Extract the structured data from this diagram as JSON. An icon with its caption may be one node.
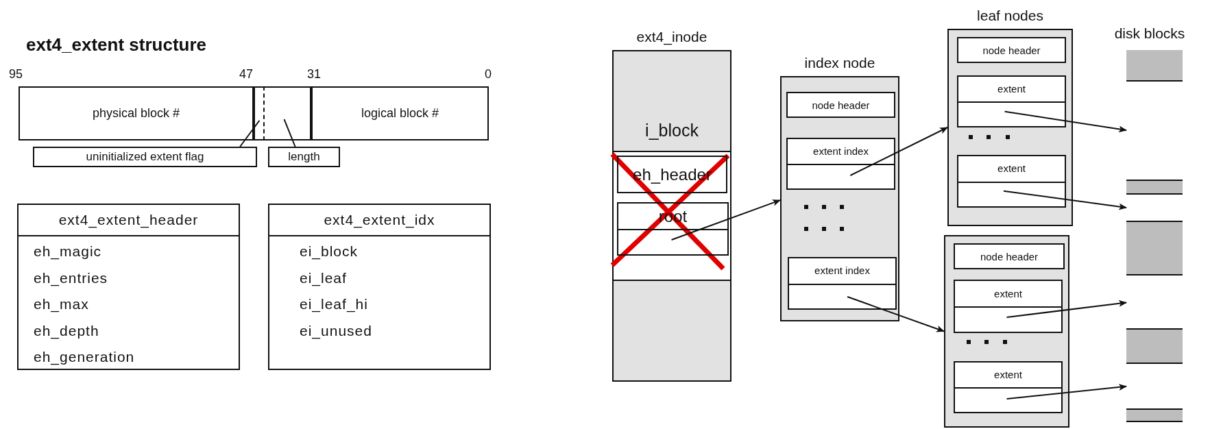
{
  "diagram": {
    "title": "ext4_extent structure",
    "nodes": [
      {
        "text": [
          "physical block #"
        ]
      },
      {
        "text": [],
        "shape": "box"
      },
      {
        "text": [],
        "shape": "box"
      },
      {
        "text": [
          "logical block #"
        ]
      },
      {
        "text": [
          "uninitialized extent flag"
        ]
      },
      {
        "text": [
          "length"
        ]
      },
      {
        "text": [
          "ext4_extent_header",
          "eh_magic",
          "eh_entries",
          "eh_max",
          "eh_depth",
          "eh_generation"
        ]
      },
      {
        "text": [
          "ext4_extent_idx",
          "ei_block",
          "ei_leaf",
          "ei_leaf_hi",
          "ei_unused"
        ]
      },
      {
        "text": [
          "ext4_inode",
          "i_block"
        ]
      },
      {
        "text": [
          "eh_header"
        ],
        "in": 8
      },
      {
        "text": [
          "root"
        ],
        "in": 8
      },
      {
        "text": [
          "index node"
        ]
      },
      {
        "text": [
          "node header"
        ],
        "in": 11
      },
      {
        "text": [
          "extent index"
        ],
        "in": 11
      },
      {
        "text": [
          "extent index"
        ],
        "in": 11
      },
      {
        "text": [
          "leaf nodes"
        ]
      },
      {
        "text": [
          "node header"
        ],
        "in": 15
      },
      {
        "text": [
          "extent"
        ],
        "in": 15
      },
      {
        "text": [
          "extent"
        ],
        "in": 15
      },
      {
        "text": [],
        "shape": "box"
      },
      {
        "text": [
          "node header"
        ],
        "in": 19
      },
      {
        "text": [
          "extent"
        ],
        "in": 19
      },
      {
        "text": [
          "extent"
        ],
        "in": 19
      },
      {
        "text": [
          "disk blocks"
        ]
      },
      {
        "text": [],
        "shape": "box",
        "in": 23
      },
      {
        "text": [],
        "shape": "box",
        "in": 23
      },
      {
        "text": [],
        "shape": "box",
        "in": 23
      },
      {
        "text": [],
        "shape": "box",
        "in": 23
      },
      {
        "text": [],
        "shape": "box",
        "in": 23
      },
      {
        "text": [],
        "shape": "box",
        "in": 23
      },
      {
        "text": [],
        "shape": "box",
        "in": 23
      },
      {
        "text": [],
        "shape": "box",
        "in": 23
      },
      {
        "text": [],
        "shape": "box",
        "in": 23
      }
    ],
    "edges": [
      {
        "from": 4,
        "to": 1,
        "arrow": "none"
      },
      {
        "from": 5,
        "to": 2,
        "arrow": "none"
      },
      {
        "from": 10,
        "to": 11,
        "arrow": "to"
      },
      {
        "from": 13,
        "to": 15,
        "arrow": "to"
      },
      {
        "from": 14,
        "to": 19,
        "arrow": "to"
      },
      {
        "from": 17,
        "to": 25,
        "arrow": "to"
      },
      {
        "from": 18,
        "to": 27,
        "arrow": "to"
      },
      {
        "from": 21,
        "to": 29,
        "arrow": "to"
      },
      {
        "from": 22,
        "to": 31,
        "arrow": "to"
      }
    ],
    "labels": [
      "95",
      "47",
      "31",
      "0"
    ]
  }
}
